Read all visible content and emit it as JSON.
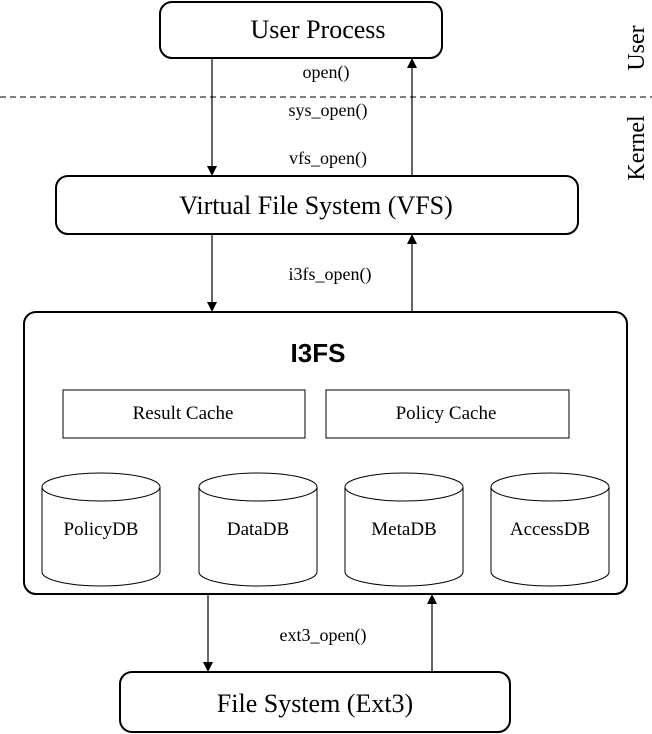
{
  "user_process": "User Process",
  "vfs": "Virtual File System (VFS)",
  "i3fs": {
    "title": "I3FS",
    "result_cache": "Result Cache",
    "policy_cache": "Policy Cache",
    "databases": [
      "PolicyDB",
      "DataDB",
      "MetaDB",
      "AccessDB"
    ]
  },
  "ext3": "File System (Ext3)",
  "calls": {
    "open": "open()",
    "sys_open": "sys_open()",
    "vfs_open": "vfs_open()",
    "i3fs_open": "i3fs_open()",
    "ext3_open": "ext3_open()"
  },
  "regions": {
    "user": "User",
    "kernel": "Kernel"
  }
}
